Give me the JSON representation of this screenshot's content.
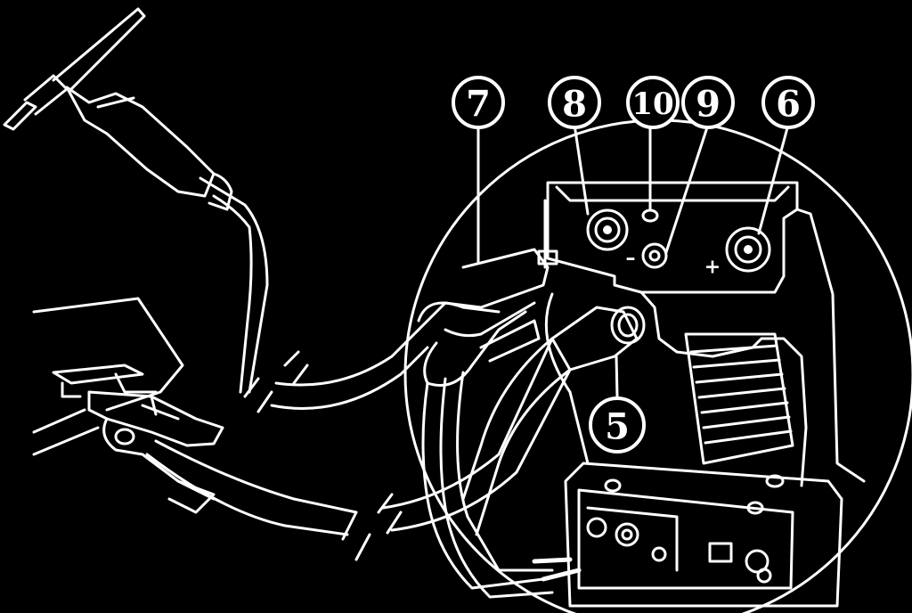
{
  "diagram": {
    "callouts": [
      {
        "id": "callout-7",
        "label": "7"
      },
      {
        "id": "callout-8",
        "label": "8"
      },
      {
        "id": "callout-10",
        "label": "10"
      },
      {
        "id": "callout-9",
        "label": "9"
      },
      {
        "id": "callout-6",
        "label": "6"
      },
      {
        "id": "callout-5",
        "label": "5"
      }
    ],
    "polarity": {
      "negative": "–",
      "positive": "+"
    }
  }
}
